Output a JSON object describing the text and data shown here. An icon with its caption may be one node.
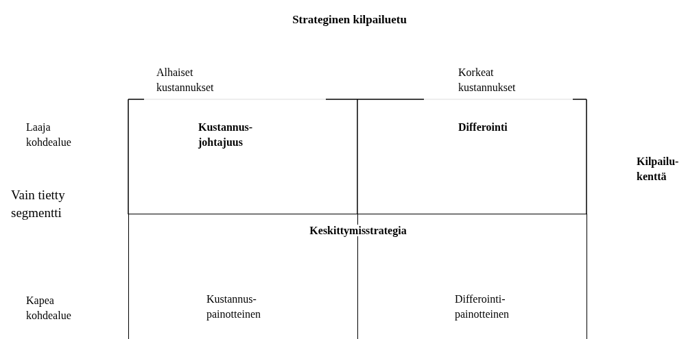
{
  "diagram": {
    "title": "Strateginen kilpailuetu",
    "nodes": [
      {
        "text": [
          "Kustannus- johtajuus"
        ]
      },
      {
        "text": [
          "Differointi"
        ]
      },
      {
        "text": [
          "Keskittymisstrategia"
        ]
      },
      {
        "text": [
          "Kustannus- painotteinen"
        ],
        "in": 2
      },
      {
        "text": [
          "Differointi- painotteinen"
        ],
        "in": 2
      }
    ],
    "labels": [
      "Alhaiset kustannukset",
      "Korkeat kustannukset",
      "Laaja kohdealue",
      "Kilpailu- kenttä",
      "Vain tietty segmentti",
      "Kapea kohdealue"
    ]
  }
}
